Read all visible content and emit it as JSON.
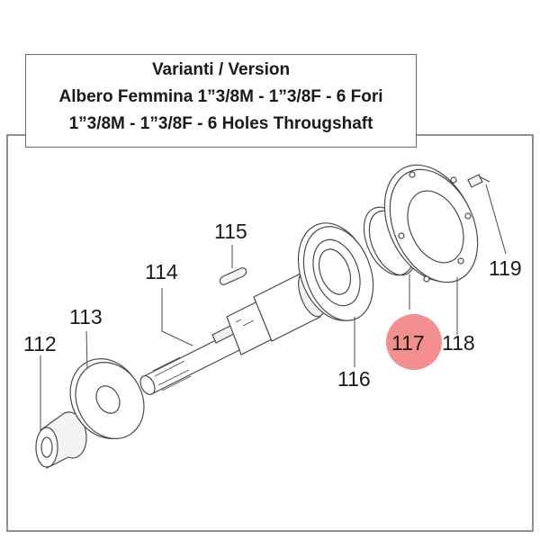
{
  "title": {
    "line1": "Varianti / Version",
    "line2": "Albero Femmina 1”3/8M - 1”3/8F - 6 Fori",
    "line3": "1”3/8M - 1”3/8F - 6 Holes Througshaft"
  },
  "callouts": {
    "p112": "112",
    "p113": "113",
    "p114": "114",
    "p115": "115",
    "p116": "116",
    "p117": "117",
    "p118": "118",
    "p119": "119"
  },
  "highlighted_part": "117",
  "colors": {
    "highlight": "#f06e6e",
    "line": "#4a4a4a",
    "frame": "#6b6b6b"
  }
}
